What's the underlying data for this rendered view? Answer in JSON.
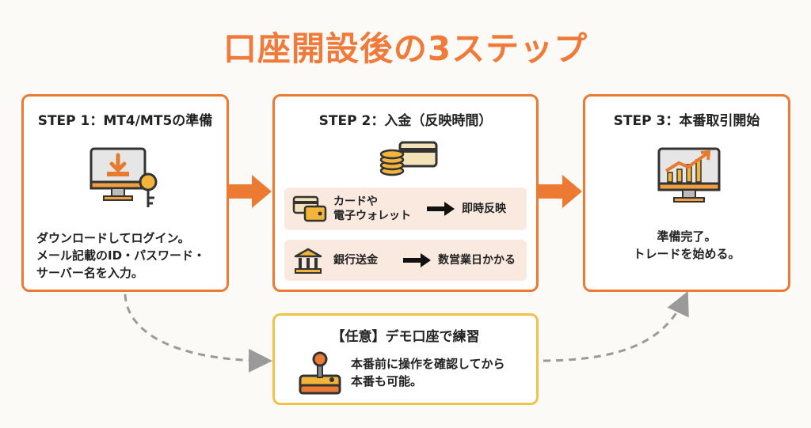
{
  "title": "口座開設後の3ステップ",
  "steps": [
    {
      "title": "STEP 1：MT4/MT5の準備",
      "desc_lines": [
        "ダウンロードしてログイン。",
        "メール記載のID・パスワード・",
        "サーバー名を入力。"
      ],
      "icon": "computer-download-key-icon"
    },
    {
      "title": "STEP 2：入金（反映時間）",
      "icon": "coins-card-icon",
      "methods": [
        {
          "label_lines": [
            "カードや",
            "電子ウォレット"
          ],
          "result": "即時反映",
          "icon": "card-wallet-icon"
        },
        {
          "label_lines": [
            "銀行送金"
          ],
          "result": "数営業日かかる",
          "icon": "bank-icon"
        }
      ]
    },
    {
      "title": "STEP 3：本番取引開始",
      "desc_lines": [
        "準備完了。",
        "トレードを始める。"
      ],
      "icon": "monitor-chart-icon"
    }
  ],
  "optional": {
    "title": "【任意】デモ口座で練習",
    "desc_lines": [
      "本番前に操作を確認してから",
      "本番も可能。"
    ],
    "icon": "joystick-icon"
  },
  "colors": {
    "accent": "#ec7a33",
    "title": "#ef7a3a",
    "optional_border": "#f0c24a",
    "sub_bg": "#f9e9df",
    "dash": "#9a9a9a"
  }
}
